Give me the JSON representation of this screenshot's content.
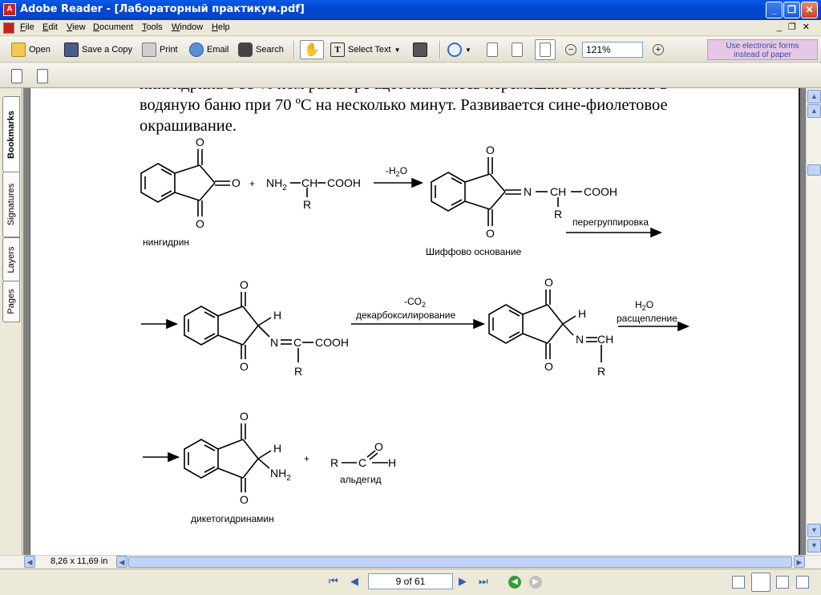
{
  "window": {
    "title": "Adobe Reader - [Лабораторный практикум.pdf]",
    "icon": "adobe-reader-icon"
  },
  "menu": {
    "items": [
      "File",
      "Edit",
      "View",
      "Document",
      "Tools",
      "Window",
      "Help"
    ]
  },
  "toolbar": {
    "open_label": "Open",
    "save_copy_label": "Save a Copy",
    "print_label": "Print",
    "email_label": "Email",
    "search_label": "Search",
    "select_text_label": "Select Text",
    "zoom_value": "121%",
    "eforms_line1": "Use electronic forms",
    "eforms_line2": "instead of paper"
  },
  "side_tabs": [
    "Bookmarks",
    "Signatures",
    "Layers",
    "Pages"
  ],
  "document": {
    "line0": "нингидрина в 95 % ном растворе ацетона. Смесь перемешать и поставить в",
    "line1": "водяную баню при 70 ºС на  несколько минут. Развивается сине-фиолетовое",
    "line2": "окрашивание.",
    "chem": {
      "ninhydrin": "нингидрин",
      "O": "O",
      "plus": "+",
      "NH2": "NH",
      "sub2": "2",
      "CH": "CH",
      "COOH": "COOH",
      "R": "R",
      "minus_h2o": "-H",
      "h2o_O": "O",
      "N": "N",
      "schiff": "Шиффово основание",
      "rearrangement": "перегруппировка",
      "H": "H",
      "C": "C",
      "minus_co2": "-CO",
      "decarb": "декарбоксилирование",
      "h2o_h": "H",
      "h2o_o": "O",
      "cleavage": "расщепление",
      "aldehyde": "альдегид",
      "diketo": "дикетогидринамин"
    }
  },
  "statusbar": {
    "page_size": "8,26 x 11,69 in",
    "page_indicator": "9 of 61"
  }
}
